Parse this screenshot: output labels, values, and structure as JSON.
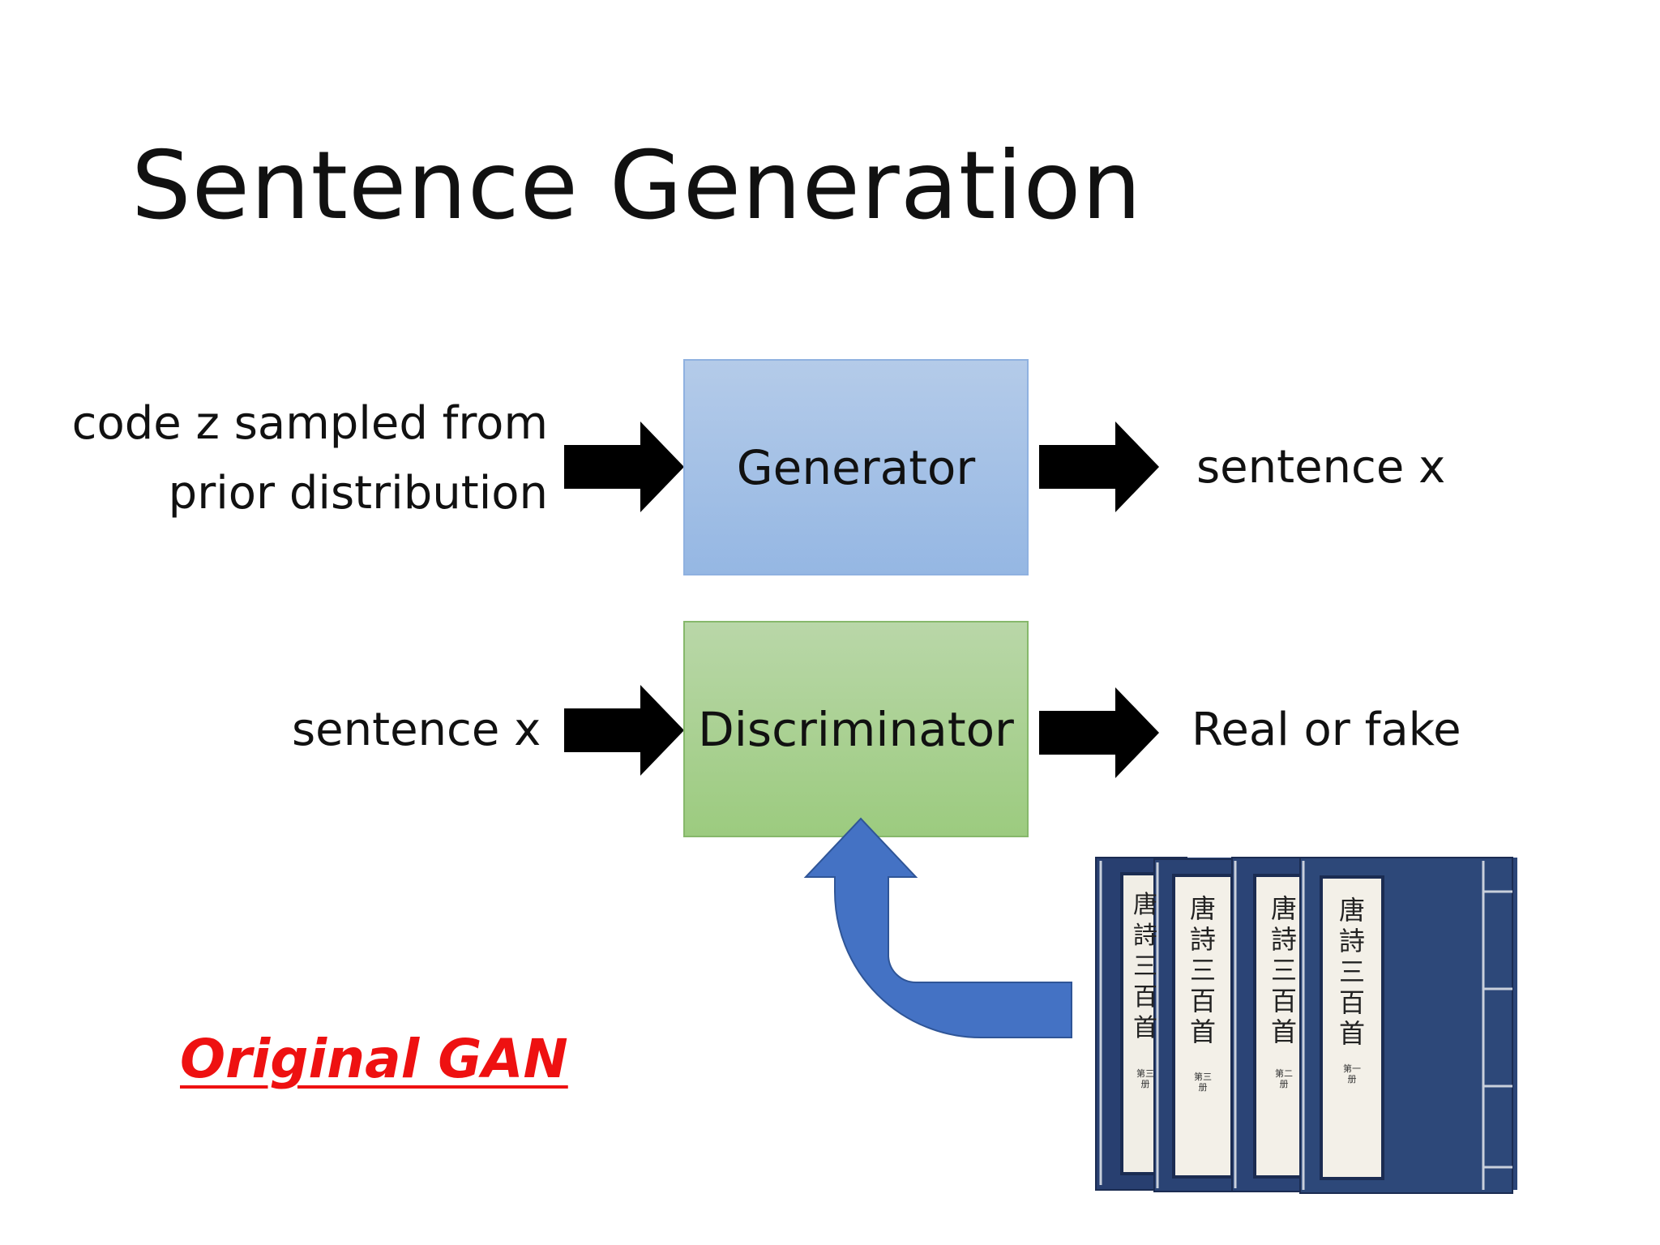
{
  "slide": {
    "title": "Sentence Generation",
    "generator_input_line1": "code z sampled from",
    "generator_input_line2": "prior distribution",
    "generator_label": "Generator",
    "generator_output": "sentence x",
    "discriminator_input": "sentence x",
    "discriminator_label": "Discriminator",
    "discriminator_output": "Real or fake",
    "footer_label": "Original GAN"
  },
  "colors": {
    "generator_box": "#a8c4e8",
    "discriminator_box": "#aed494",
    "curved_arrow": "#4472c4",
    "footer_text": "#ee1111",
    "book_cover": "#263f72"
  },
  "books": {
    "cover_text": "唐詩三百首",
    "volumes": [
      {
        "cover_text": "唐詩三百首",
        "volume_label": "第三册"
      },
      {
        "cover_text": "唐詩三百首",
        "volume_label": "第三册"
      },
      {
        "cover_text": "唐詩三百首",
        "volume_label": "第二册"
      },
      {
        "cover_text": "唐詩三百首",
        "volume_label": "第一册"
      }
    ]
  }
}
